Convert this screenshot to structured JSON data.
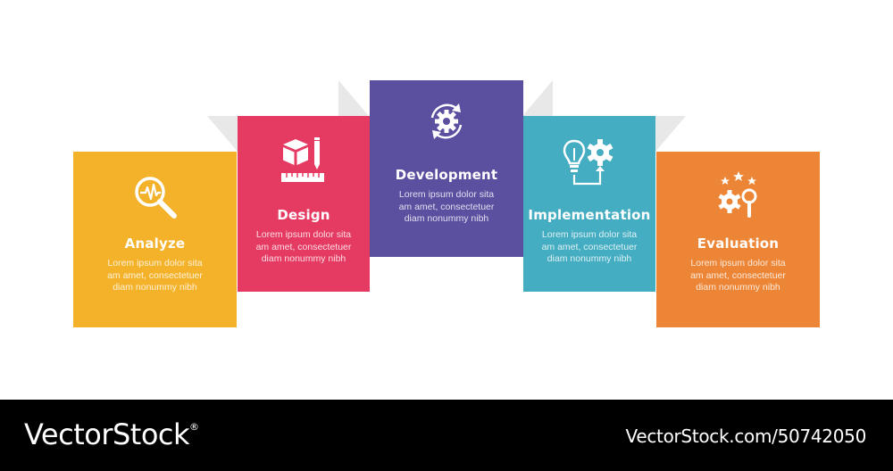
{
  "steps": [
    {
      "title": "Analyze",
      "description": "Lorem ipsum dolor sita\nam amet, consectetuer\ndiam nonummy  nibh",
      "color": "#F4B22A",
      "icon": "magnifier-pulse-icon"
    },
    {
      "title": "Design",
      "description": "Lorem ipsum dolor sita\nam amet, consectetuer\ndiam nonummy  nibh",
      "color": "#E53A62",
      "icon": "cube-pencil-ruler-icon"
    },
    {
      "title": "Development",
      "description": "Lorem ipsum dolor sita\nam amet, consectetuer\ndiam nonummy  nibh",
      "color": "#5B4FA0",
      "icon": "gear-cycle-icon"
    },
    {
      "title": "Implementation",
      "description": "Lorem ipsum dolor sita\nam amet, consectetuer\ndiam nonummy  nibh",
      "color": "#45ADC2",
      "icon": "bulb-gear-icon"
    },
    {
      "title": "Evaluation",
      "description": "Lorem ipsum dolor sita\nam amet, consectetuer\ndiam nonummy  nibh",
      "color": "#EC8636",
      "icon": "stars-gear-magnifier-icon"
    }
  ],
  "fold_color": "#E8E8E8",
  "footer": {
    "brand": "VectorStock",
    "brand_mark": "®",
    "credit": "VectorStock.com/50742050"
  }
}
